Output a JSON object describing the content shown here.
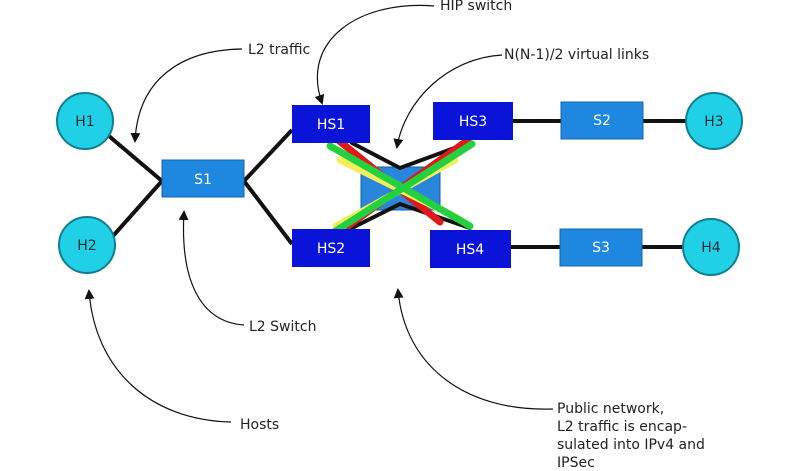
{
  "hosts": [
    "H1",
    "H2",
    "H3",
    "H4"
  ],
  "l2_switches": [
    "S1",
    "S2",
    "S3"
  ],
  "hip_switches": [
    "HS1",
    "HS2",
    "HS3",
    "HS4"
  ],
  "annotations": {
    "hip_switch": "HIP switch",
    "l2_traffic": "L2 traffic",
    "virtual_links": "N(N-1)/2 virtual links",
    "l2_switch": "L2 Switch",
    "hosts": "Hosts",
    "public_network": [
      "Public network,",
      "L2 traffic is encap-",
      "sulated into IPv4 and",
      "IPSec"
    ]
  },
  "colors": {
    "host_fill": "#20d0e6",
    "host_stroke": "#0e7f93",
    "l2_switch_fill": "#1e88e0",
    "hip_switch_fill": "#0a14d8",
    "public_network_fill": "#2a86dc",
    "link": "#111111",
    "virtual_link_red": "#e01818",
    "virtual_link_green": "#22d040",
    "virtual_link_yellow": "#f2f05a"
  }
}
